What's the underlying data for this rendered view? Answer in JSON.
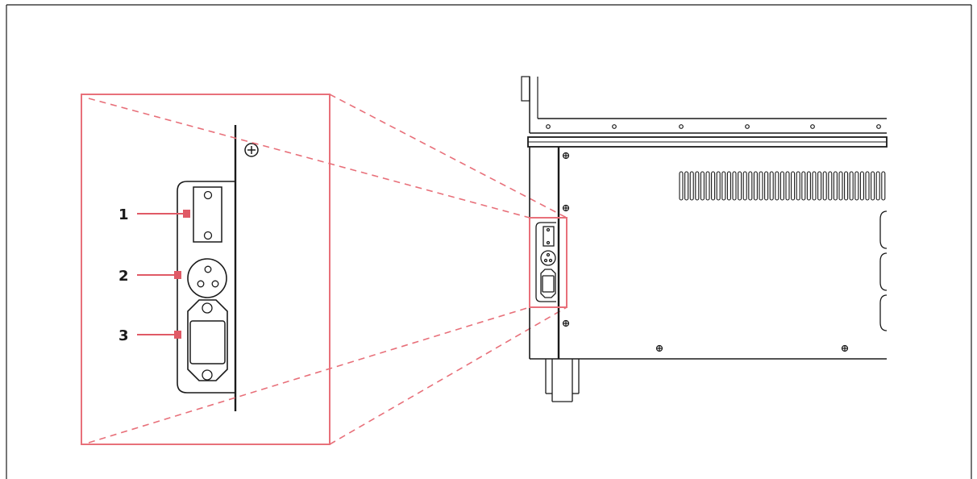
{
  "callouts": [
    {
      "number": "1"
    },
    {
      "number": "2"
    },
    {
      "number": "3"
    }
  ],
  "colors": {
    "highlight": "#e8707a",
    "callout_marker": "#e05a66",
    "line": "#1a1a1a",
    "background": "#ffffff"
  },
  "icons": [
    "screw-head-icon",
    "connector-1-icon",
    "xlr-connector-icon",
    "iec-power-inlet-icon"
  ]
}
